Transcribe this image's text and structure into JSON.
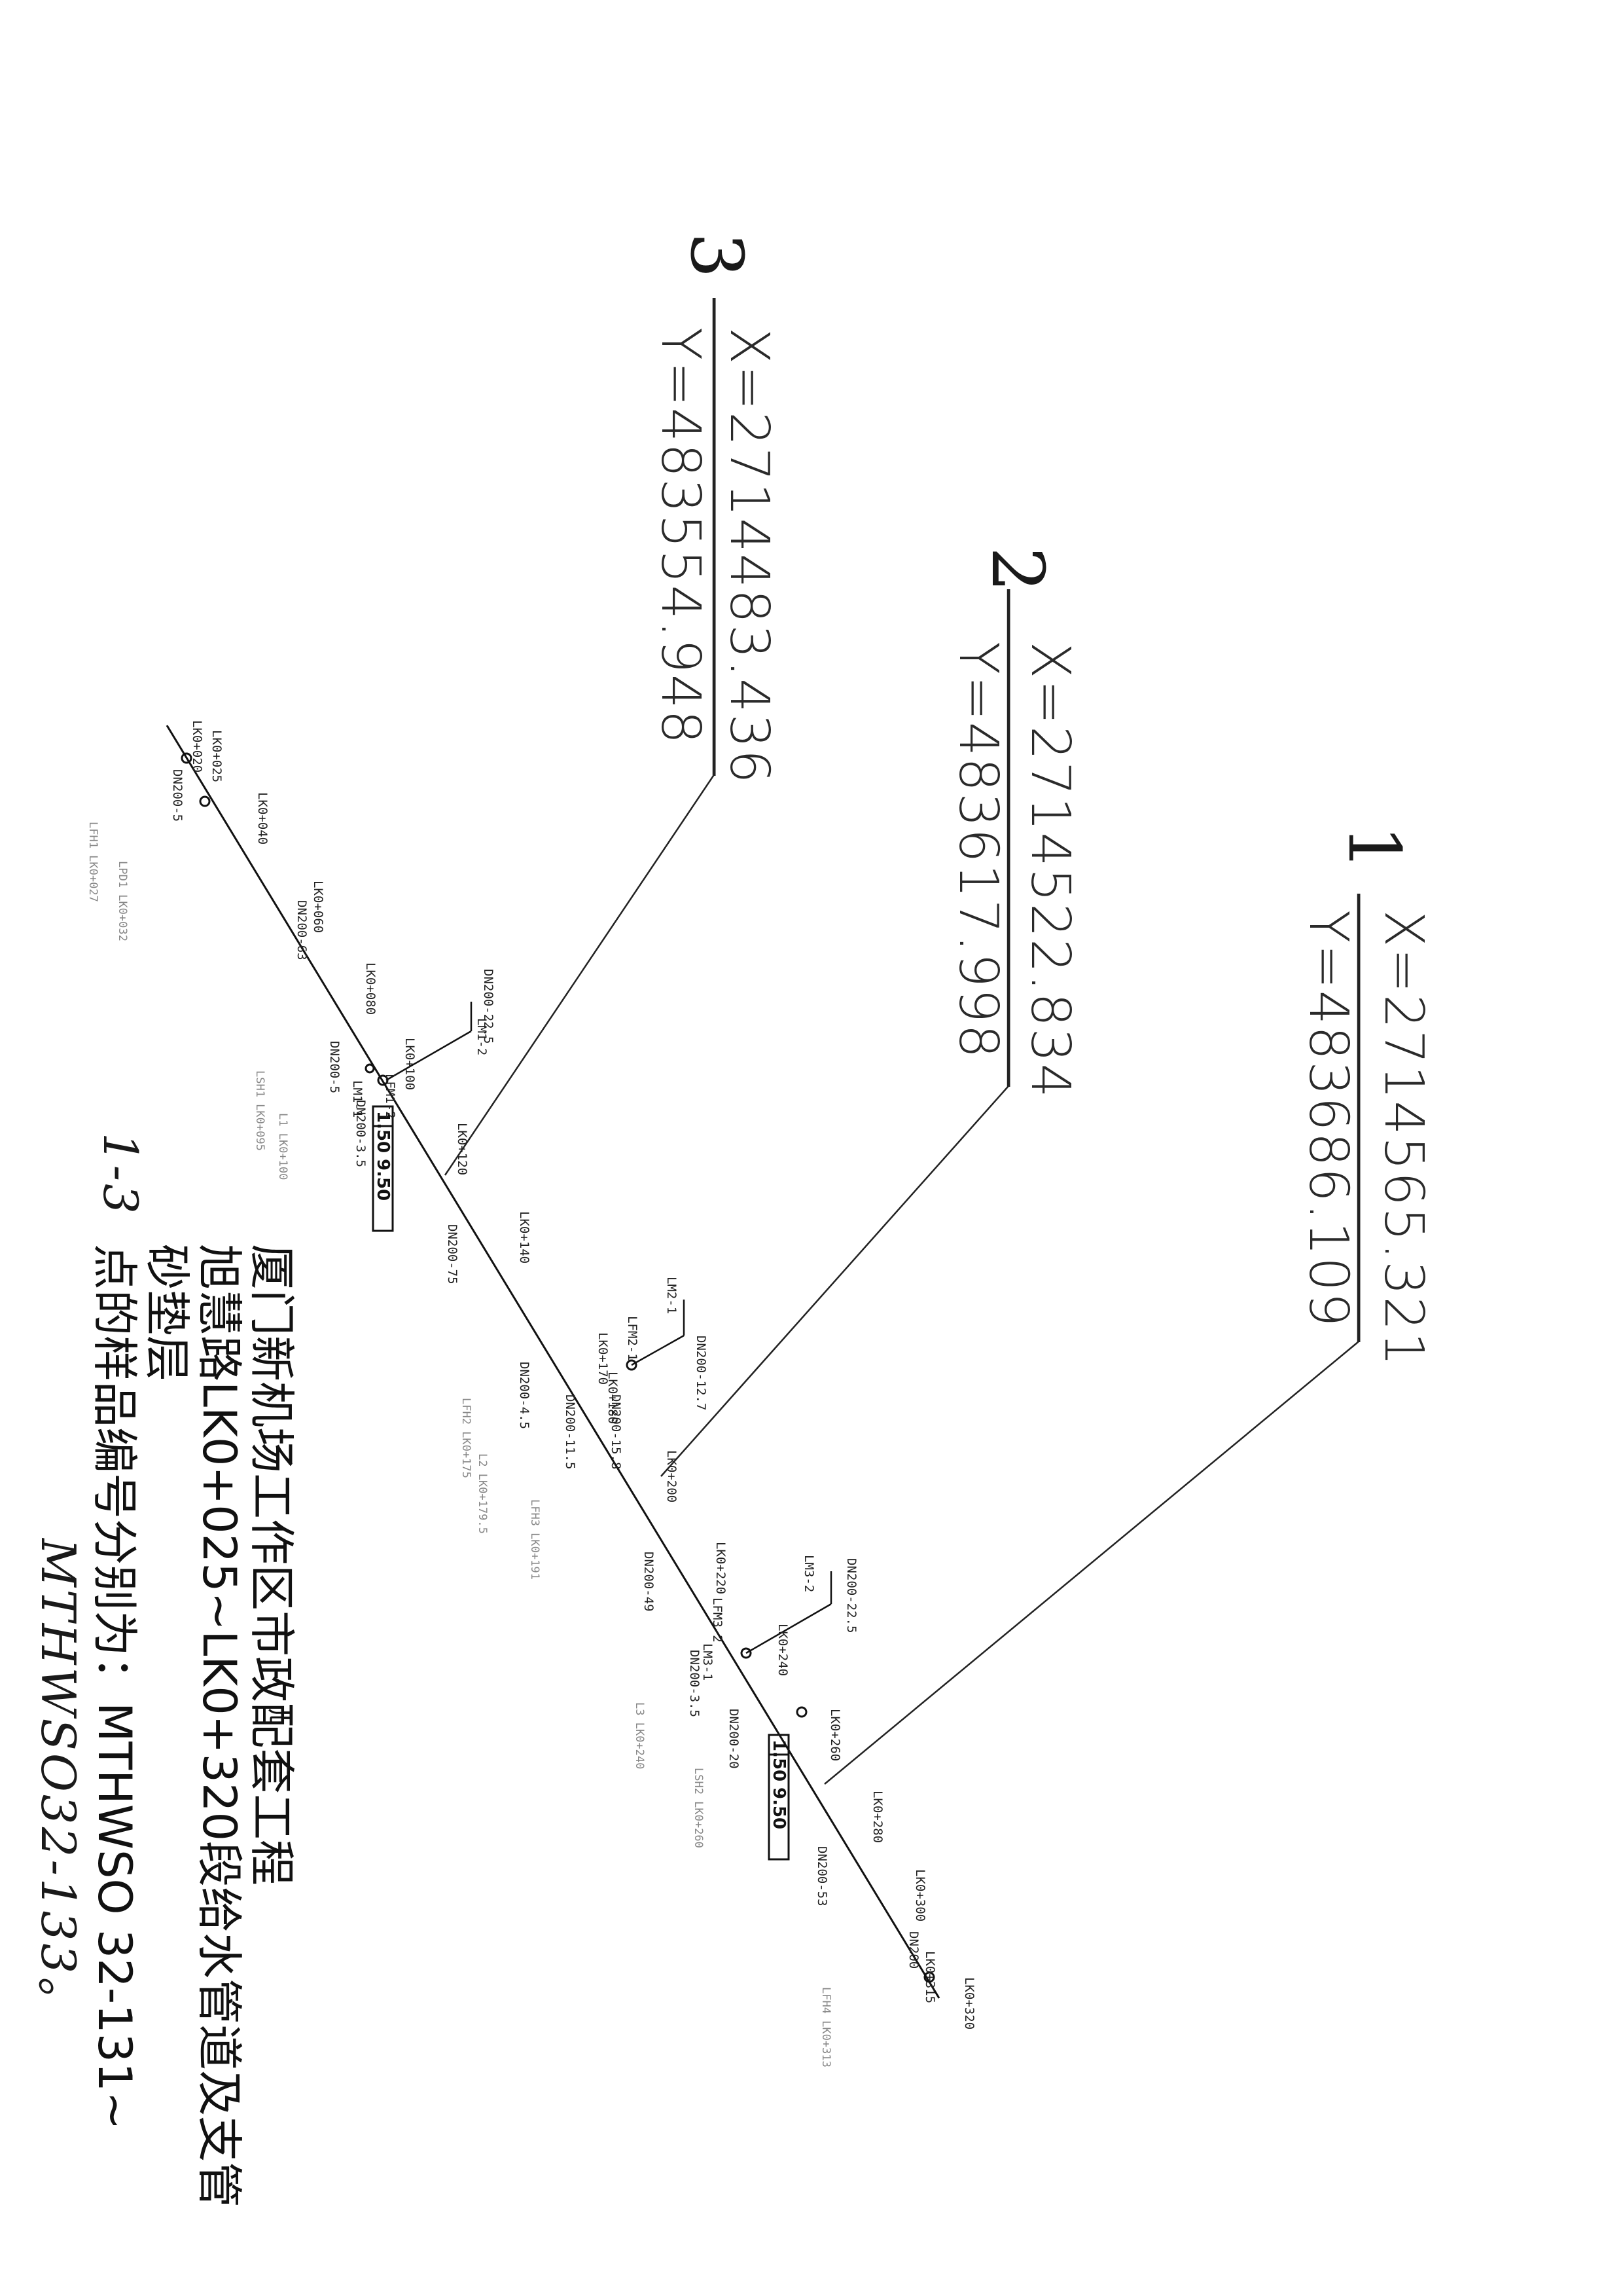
{
  "points": [
    {
      "number": "1",
      "x": "X=2714565.321",
      "y": "Y=483686.109"
    },
    {
      "number": "2",
      "x": "X=2714522.834",
      "y": "Y=483617.998"
    },
    {
      "number": "3",
      "x": "X=2714483.436",
      "y": "Y=483554.948"
    }
  ],
  "note": {
    "line1": "厦门新机场工作区市政配套工程",
    "line2": "旭慧路LK0+025~LK0+320段给水管道及支管",
    "line3": "砂垫层",
    "line4_prefix": "1-3",
    "line4": "点的样品编号分别为：MTHWSO 32-131~",
    "line5": "MTHWSO32-133。"
  },
  "dimensions": {
    "a": "1.50",
    "b": "9.50"
  },
  "stations": {
    "lk0_020": "LK0+020",
    "lk0_025": "LK0+025",
    "lk0_040": "LK0+040",
    "lk0_060": "LK0+060",
    "lk0_080": "LK0+080",
    "lk0_100": "LK0+100",
    "lk0_120": "LK0+120",
    "lk0_140": "LK0+140",
    "lk0_170": "LK0+170",
    "lk0_180": "LK0+180",
    "lk0_200": "LK0+200",
    "lk0_220": "LK0+220",
    "lk0_240": "LK0+240",
    "lk0_260": "LK0+260",
    "lk0_280": "LK0+280",
    "lk0_300": "LK0+300",
    "lk0_315": "LK0+315",
    "lk0_320": "LK0+320"
  },
  "pipes": {
    "dn200_5a": "DN200-5",
    "dn200_63": "DN200-63",
    "dn200_225a": "DN200-22.5",
    "dn200_5b": "DN200-5",
    "dn200_35a": "DN200-3.5",
    "dn200_75": "DN200-75",
    "dn200_127": "DN200-12.7",
    "dn200_158": "DN200-15.8",
    "dn200_45": "DN200-4.5",
    "dn200_115": "DN200-11.5",
    "dn200_49": "DN200-49",
    "dn200_225b": "DN200-22.5",
    "dn200_35b": "DN200-3.5",
    "dn200_20": "DN200-20",
    "dn200_53": "DN200-53",
    "dn200": "DN200"
  },
  "branches": {
    "lm1_1": "LM1-1",
    "lm1_2": "LM1-2",
    "lfm1_2": "LFM1-2",
    "lm2_1": "LM2-1",
    "lfm2_1": "LFM2-1",
    "lm3_2": "LM3-2",
    "lfm3_2": "LFM3-2",
    "lm3_1": "LM3-1"
  },
  "side_labels": {
    "lfh1": "LFH1 LK0+027",
    "lpd1": "LPD1 LK0+032",
    "lsh1": "LSH1 LK0+095",
    "l1": "L1 LK0+100",
    "lfh2": "LFH2 LK0+175",
    "l2": "L2 LK0+179.5",
    "lfh3": "LFH3 LK0+191",
    "l3": "L3 LK0+240",
    "lsh2": "LSH2 LK0+260",
    "lfh4": "LFH4 LK0+313"
  }
}
